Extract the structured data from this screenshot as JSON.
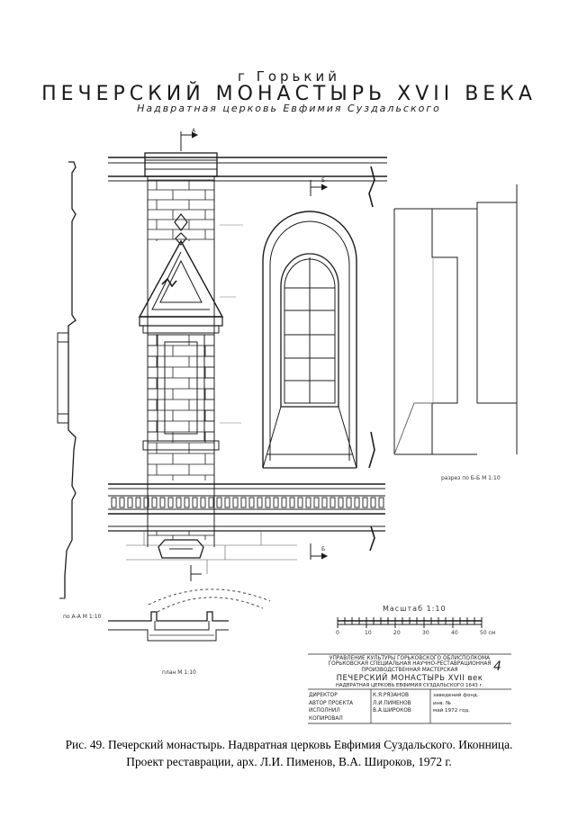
{
  "drawing_title": {
    "city": "г Горький",
    "monastery": "ПЕЧЕРСКИЙ МОНАСТЫРЬ XVII ВЕКА",
    "church": "Надвратная церковь Евфимия Суздальского"
  },
  "labels": {
    "section_mark_a": "А",
    "section_mark_b": "Б",
    "section_mark_b_lower": "Б",
    "section_a_a": "по А-А  М 1:10",
    "section_b_b": "разрез по Б-Б  М 1:10",
    "plan": "план  М 1:10",
    "scale_title": "Масштаб 1:10",
    "scale_ticks": [
      "0",
      "10",
      "20",
      "30",
      "40",
      "50 см"
    ]
  },
  "title_block": {
    "org_lines": [
      "УПРАВЛЕНИЕ КУЛЬТУРЫ ГОРЬКОВСКОГО ОБЛИСПОЛКОМА",
      "ГОРЬКОВСКАЯ СПЕЦИАЛЬНАЯ НАУЧНО-РЕСТАВРАЦИОННАЯ",
      "ПРОИЗВОДСТВЕННАЯ МАСТЕРСКАЯ"
    ],
    "object_name": "ПЕЧЕРСКИЙ МОНАСТЫРЬ XVII век",
    "object_sub": "НАДВРАТНАЯ ЦЕРКОВЬ ЕВФИМИЯ СУЗДАЛЬСКОГО 1643 г.",
    "sheet_number": "4",
    "roles": [
      "ДИРЕКТОР",
      "АВТОР ПРОЕКТА",
      "ИСПОЛНИЛ",
      "КОПИРОВАЛ"
    ],
    "names": [
      "К.Я.РЯЗАНОВ",
      "Л.И.ПИМЕНОВ",
      "В.А.ШИРОКОВ"
    ],
    "notes": [
      "заведений фонд.",
      "инв. №",
      "май 1972 год."
    ]
  },
  "caption": {
    "line1": "Рис. 49. Печерский монастырь. Надвратная церковь Евфимия Суздальского. Иконница.",
    "line2": "Проект реставрации, арх. Л.И. Пименов, В.А. Широков, 1972 г."
  }
}
